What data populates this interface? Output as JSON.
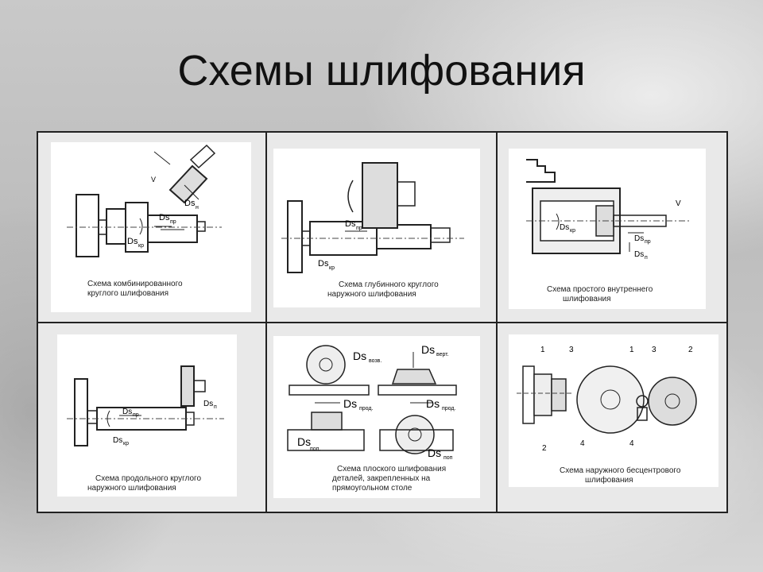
{
  "slide": {
    "title": "Схемы шлифования"
  },
  "schemes": [
    {
      "caption_line1": "Схема комбинированного",
      "caption_line2": "круглого шлифования",
      "labels": {
        "v": "V",
        "ds_n": "Ds",
        "ds_n_sub": "н",
        "ds_pr": "Ds",
        "ds_pr_sub": "пр",
        "ds_kr": "Ds",
        "ds_kr_sub": "кр"
      }
    },
    {
      "caption_line1": "Схема глубинного круглого",
      "caption_line2": "наружного шлифования",
      "labels": {
        "ds_pr": "Ds",
        "ds_pr_sub": "пр",
        "ds_kr": "Ds",
        "ds_kr_sub": "кр"
      }
    },
    {
      "caption_line1": "Схема простого внутреннего",
      "caption_line2": "шлифования",
      "labels": {
        "v": "V",
        "ds_kr": "Ds",
        "ds_kr_sub": "кр",
        "ds_pr": "Ds",
        "ds_pr_sub": "пр",
        "ds_n": "Ds",
        "ds_n_sub": "п"
      }
    },
    {
      "caption_line1": "Схема продольного круглого",
      "caption_line2": "наружного шлифования",
      "labels": {
        "ds_pr": "Ds",
        "ds_pr_sub": "пр",
        "ds_n": "Ds",
        "ds_n_sub": "п",
        "ds_kr": "Ds",
        "ds_kr_sub": "кр"
      }
    },
    {
      "caption_line1": "Схема плоского шлифования",
      "caption_line2": "деталей, закрепленных на",
      "caption_line3": "прямоугольном столе",
      "labels": {
        "ds_vozv": "Ds",
        "ds_vozv_sub": "возв.",
        "ds_vert": "Ds",
        "ds_vert_sub": "верт.",
        "ds_prod1": "Ds",
        "ds_prod1_sub": "прод.",
        "ds_prod2": "Ds",
        "ds_prod2_sub": "прод.",
        "ds_pop1": "Ds",
        "ds_pop1_sub": "поп.",
        "ds_pop2": "Ds",
        "ds_pop2_sub": "поп"
      }
    },
    {
      "caption_line1": "Схема наружного бесцентрового",
      "caption_line2": "шлифования",
      "labels": {
        "n1": "1",
        "n3": "3",
        "n1b": "1",
        "n3b": "3",
        "n2": "2",
        "n2b": "2",
        "n4": "4",
        "n4b": "4"
      }
    }
  ]
}
